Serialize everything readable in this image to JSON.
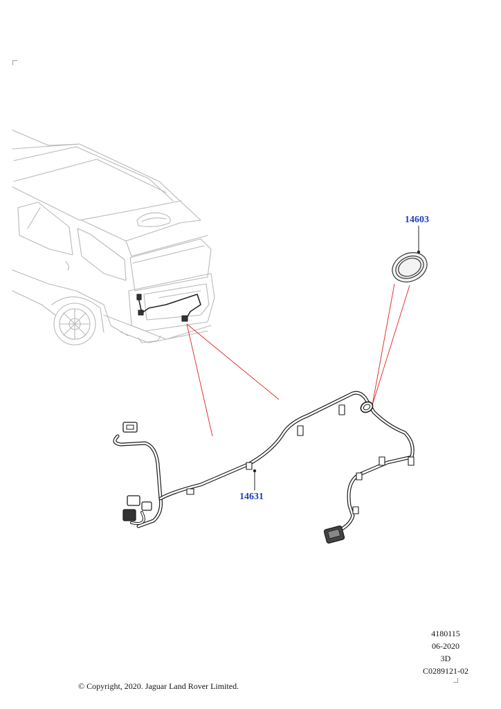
{
  "callouts": {
    "grommet": "14603",
    "harness": "14631"
  },
  "reference": {
    "illustration_number": "4180115",
    "date": "06-2020",
    "view": "3D",
    "code": "C0289121-02"
  },
  "copyright": "© Copyright, 2020. Jaguar Land Rover Limited.",
  "colors": {
    "callout_text": "#1f3fbf",
    "leader_line": "#e02020",
    "outline": "#b5b5b5",
    "harness": "#1a1a1a"
  }
}
